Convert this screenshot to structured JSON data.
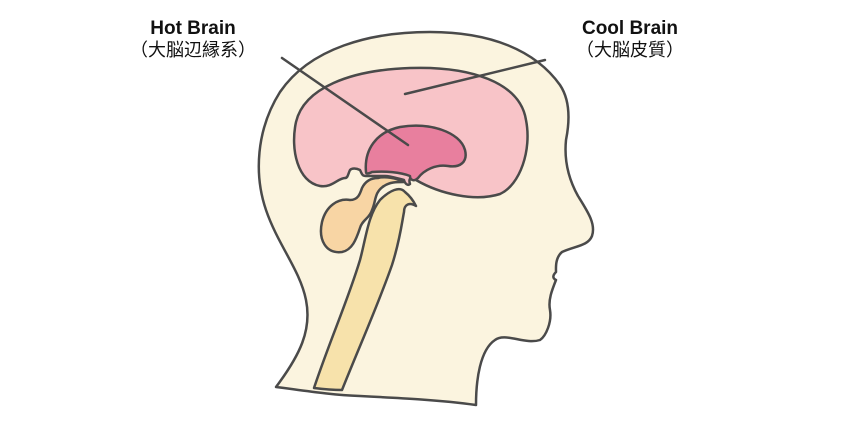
{
  "labels": {
    "hot": {
      "title": "Hot Brain",
      "sub": "（大脳辺縁系）"
    },
    "cool": {
      "title": "Cool Brain",
      "sub": "（大脳皮質）"
    }
  },
  "colors": {
    "outline": "#4a4a4a",
    "skin": "#fbf4df",
    "cortex": "#f8c4c8",
    "limbic": "#e87f9e",
    "pituitary": "#f8d5a4",
    "brainstem": "#f7e2ab"
  }
}
